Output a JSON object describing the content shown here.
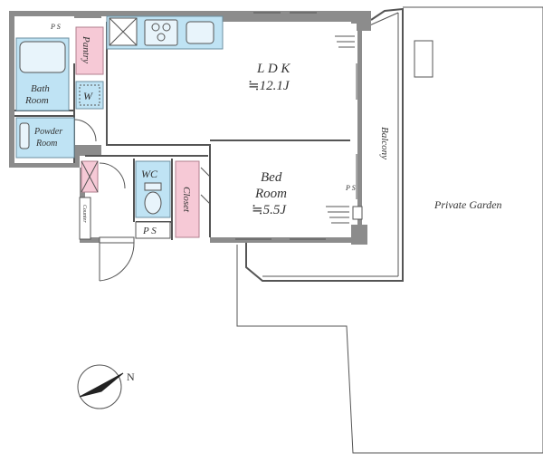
{
  "rooms": {
    "ldk": {
      "name": "L D K",
      "area": "≒12.1J"
    },
    "bed": {
      "name_line1": "Bed",
      "name_line2": "Room",
      "area": "≒5.5J"
    },
    "bath": {
      "line1": "Bath",
      "line2": "Room"
    },
    "powder": {
      "line1": "Powder",
      "line2": "Room"
    },
    "pantry": "Pantry",
    "washer": "W",
    "wc": "WC",
    "ps_center": "P S",
    "ps_top": "P S",
    "ps_right": "P S",
    "closet": "Closet",
    "counter": "Counter",
    "balcony": "Balcony",
    "garden": "Private Garden"
  },
  "compass": {
    "north_label": "N"
  },
  "colors": {
    "wet_area_blue": "#bfe3f4",
    "storage_pink": "#f6c9d6",
    "wall_gray": "#8c8c8c"
  }
}
